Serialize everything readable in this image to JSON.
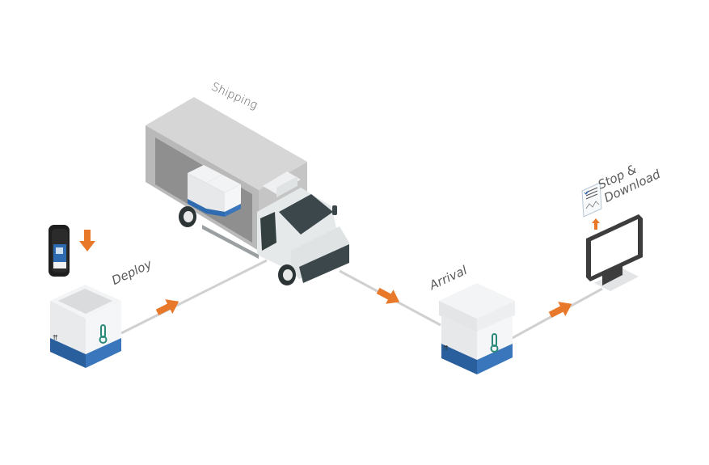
{
  "diagram": {
    "type": "process-flow",
    "style": "isometric illustration",
    "colors": {
      "arrow": "#e8782a",
      "path_line": "#cfcfcf",
      "box_band": "#2f6bb0",
      "box_top": "#f2f3f4",
      "box_side": "#e3e5e7",
      "thermometer": "#2a8a7a",
      "truck_body": "#c9c9c9",
      "truck_cab": "#e6e9ea",
      "truck_dark": "#3c474c",
      "device": "#1e1e1e",
      "device_screen": "#2f6bb0",
      "monitor_frame": "#3d3d3d"
    },
    "steps": [
      {
        "id": "deploy",
        "label": "Deploy",
        "icon": "insulated-box-icon",
        "extras": [
          "data-logger-device-icon",
          "down-arrow-icon"
        ]
      },
      {
        "id": "shipping",
        "label": "Shipping",
        "icon": "refrigerated-truck-icon"
      },
      {
        "id": "arrival",
        "label": "Arrival",
        "icon": "sealed-box-icon"
      },
      {
        "id": "stop",
        "label_line1": "Stop &",
        "label_line2": "Download",
        "icon": "monitor-icon",
        "extras": [
          "report-document-icon",
          "up-arrow-icon"
        ]
      }
    ],
    "connectors": [
      {
        "from": "deploy",
        "to": "shipping",
        "arrow": "flow-arrow"
      },
      {
        "from": "shipping",
        "to": "arrival",
        "arrow": "flow-arrow"
      },
      {
        "from": "arrival",
        "to": "stop",
        "arrow": "flow-arrow"
      }
    ]
  }
}
